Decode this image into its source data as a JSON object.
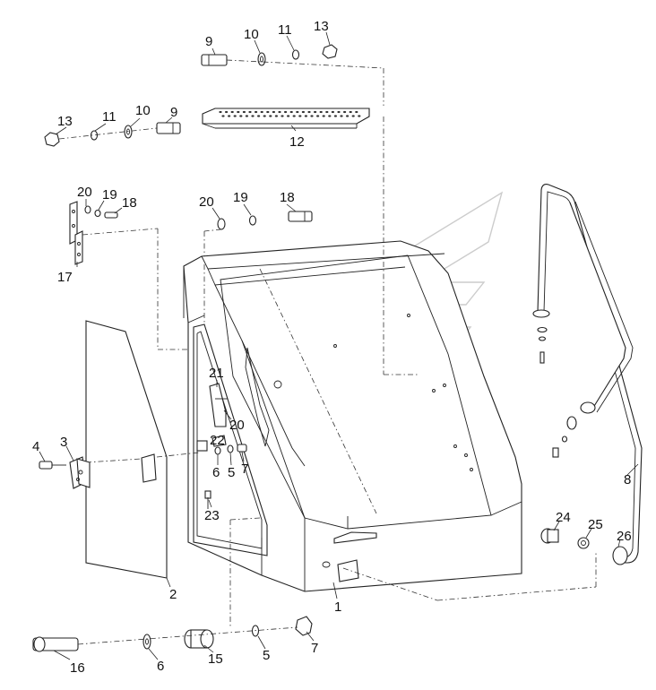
{
  "diagram": {
    "callouts": {
      "c9a": "9",
      "c10a": "10",
      "c11a": "11",
      "c13a": "13",
      "c13b": "13",
      "c11b": "11",
      "c10b": "10",
      "c9b": "9",
      "c12": "12",
      "c20a": "20",
      "c19a": "19",
      "c18a": "18",
      "c17": "17",
      "c20b": "20",
      "c19b": "19",
      "c18b": "18",
      "c21": "21",
      "c20c": "20",
      "c22": "22",
      "c6a": "6",
      "c5a": "5",
      "c7a": "7",
      "c23": "23",
      "c4": "4",
      "c3": "3",
      "c2": "2",
      "c1": "1",
      "c8": "8",
      "c24": "24",
      "c25": "25",
      "c26": "26",
      "c16": "16",
      "c6b": "6",
      "c15": "15",
      "c5b": "5",
      "c7b": "7"
    }
  }
}
